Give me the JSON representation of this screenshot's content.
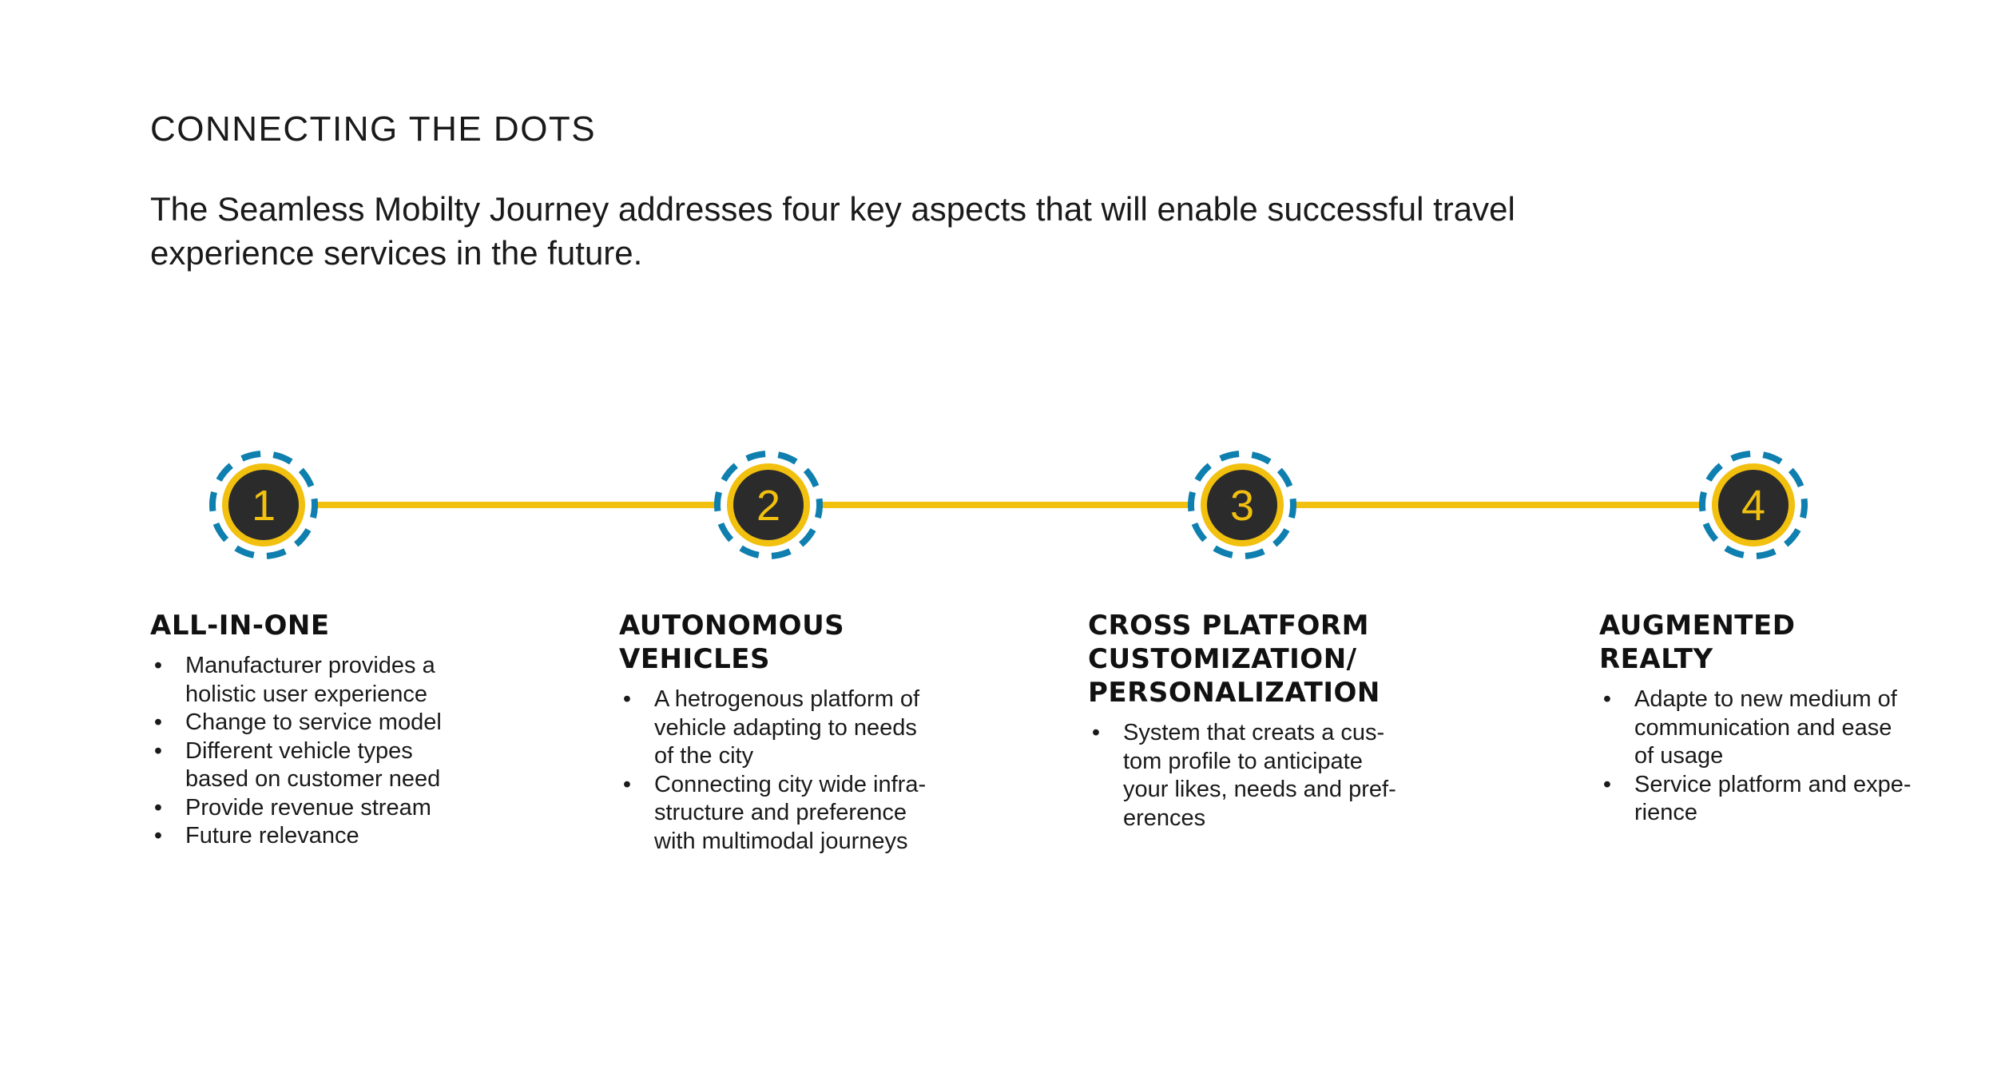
{
  "heading": "CONNECTING THE DOTS",
  "intro": "The Seamless Mobilty Journey addresses four key aspects that will enable successful travel experience services in the future.",
  "colors": {
    "line": "#f2c00e",
    "ring_dashed": "#0e7fae",
    "ring_inner": "#f2c00e",
    "circle_fill": "#2b2b2b",
    "number": "#f2c00e"
  },
  "steps": [
    {
      "number": "1",
      "title": "ALL-IN-ONE",
      "bullets": [
        "Manufacturer provides a\nholistic user experience",
        "Change to service model",
        "Different vehicle types\nbased on customer need",
        "Provide revenue stream",
        "Future relevance"
      ]
    },
    {
      "number": "2",
      "title": "AUTONOMOUS\nVEHICLES",
      "bullets": [
        "A hetrogenous platform of\nvehicle adapting to needs\nof the city",
        "Connecting city wide infra-\nstructure and preference\nwith multimodal journeys"
      ]
    },
    {
      "number": "3",
      "title": "CROSS PLATFORM\nCUSTOMIZATION/\nPERSONALIZATION",
      "bullets": [
        "System that creats a cus-\ntom profile to anticipate\nyour likes, needs and pref-\nerences"
      ]
    },
    {
      "number": "4",
      "title": "AUGMENTED\nREALTY",
      "bullets": [
        "Adapte to new medium of\ncommunication and ease\nof usage",
        "Service platform and expe-\nrience"
      ]
    }
  ],
  "bullet_symbol": "•"
}
